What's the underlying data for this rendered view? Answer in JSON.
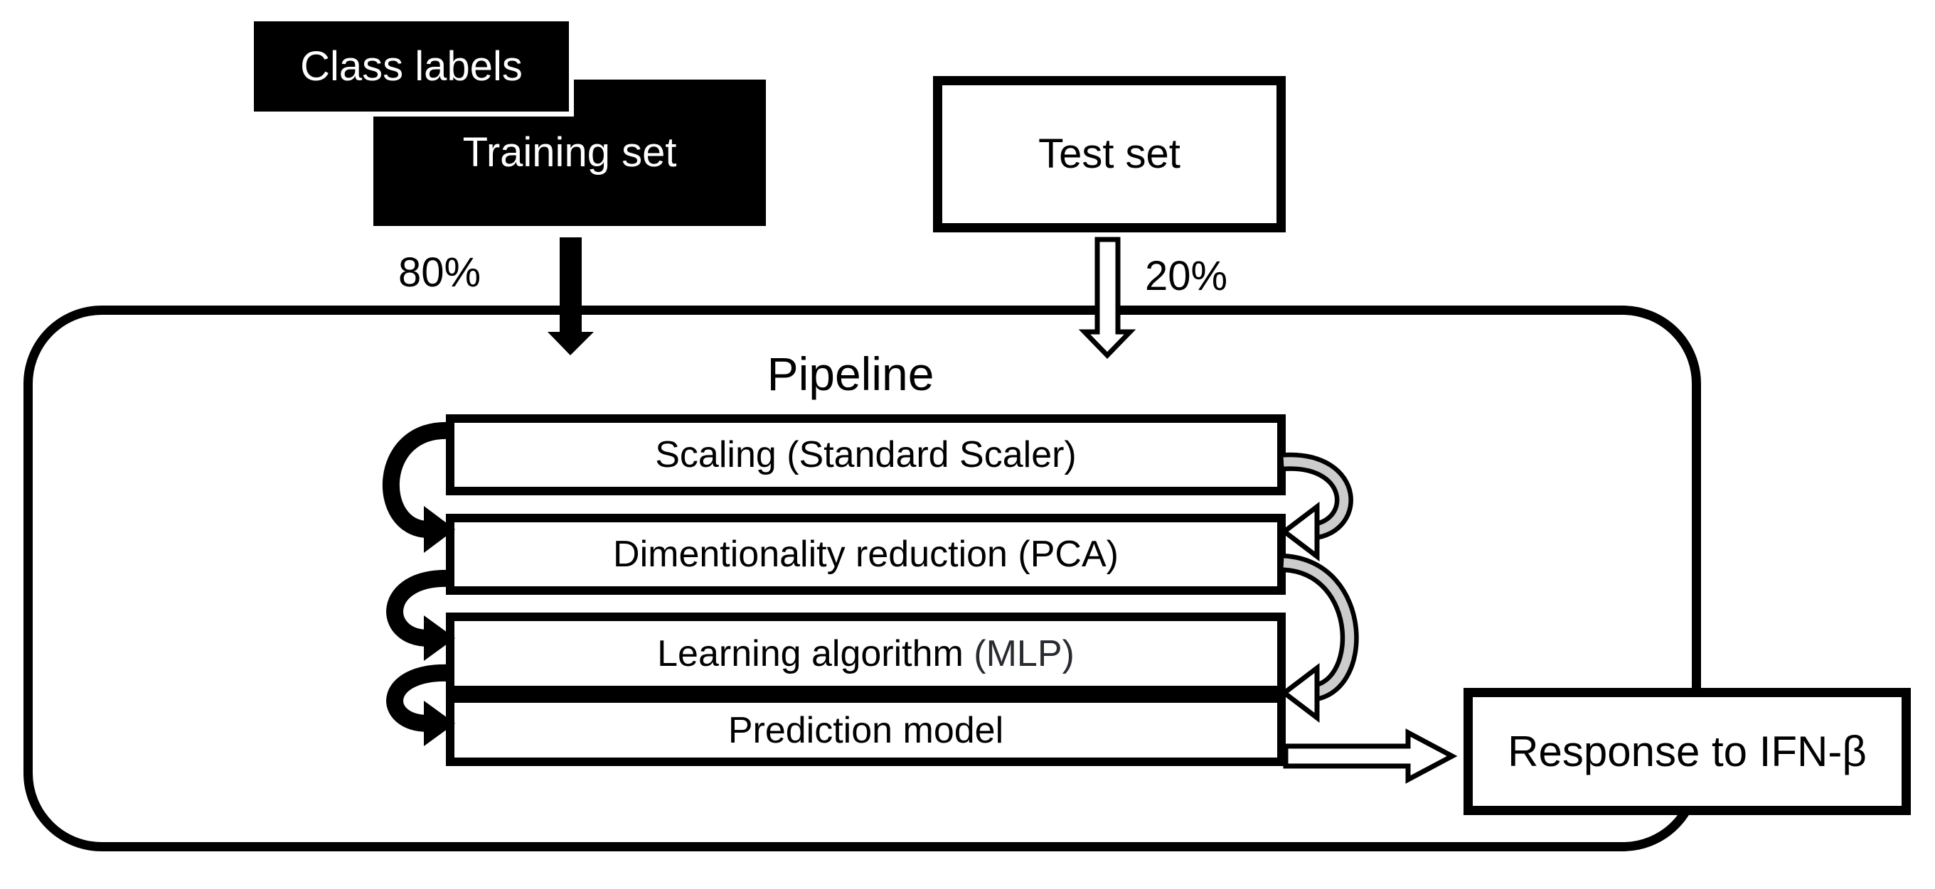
{
  "diagram": {
    "class_labels_box": {
      "label": "Class labels"
    },
    "training_set_box": {
      "label": "Training set"
    },
    "test_set_box": {
      "label": "Test set"
    },
    "train_split_label": "80%",
    "test_split_label": "20%",
    "pipeline": {
      "title": "Pipeline",
      "steps": [
        {
          "label": "Scaling (Standard Scaler)"
        },
        {
          "label": "Dimentionality reduction (PCA)"
        },
        {
          "label_main": "Learning algorithm ",
          "label_paren": "(MLP)"
        },
        {
          "label": "Prediction model"
        }
      ]
    },
    "output_box": {
      "label": "Response to IFN-β"
    },
    "colors": {
      "box_black": "#000000",
      "box_white": "#ffffff",
      "ribbon_gray": "#cccccc",
      "mlp_text": "#282b30"
    },
    "icons": {
      "train_split_arrow": "solid-black-down-arrow",
      "test_split_arrow": "white-outlined-down-arrow",
      "left_loops": "black-curved-arrows",
      "right_loops": "gray-ribbon-curved-arrows",
      "output_arrow": "white-outlined-right-arrow"
    }
  }
}
